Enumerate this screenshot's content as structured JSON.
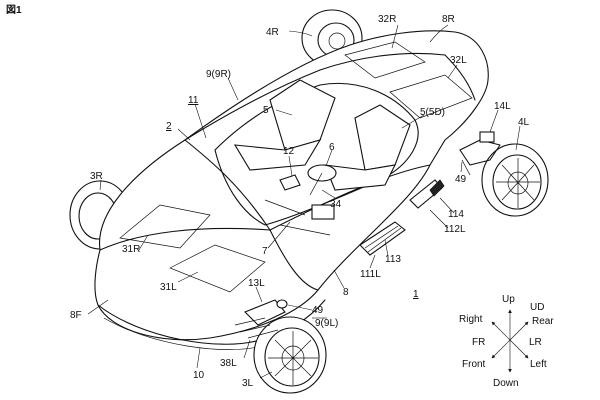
{
  "figure": {
    "title": "図1"
  },
  "labels": {
    "l_4R": "4R",
    "l_32R": "32R",
    "l_8R": "8R",
    "l_9_9R": "9(9R)",
    "l_32L": "32L",
    "l_11": "11",
    "l_5": "5",
    "l_5_5D": "5(5D)",
    "l_14L": "14L",
    "l_4L": "4L",
    "l_2": "2",
    "l_12": "12",
    "l_6": "6",
    "l_3R": "3R",
    "l_49_top": "49",
    "l_34": "34",
    "l_114": "114",
    "l_112L": "112L",
    "l_31R": "31R",
    "l_7": "7",
    "l_113": "113",
    "l_111L": "111L",
    "l_31L": "31L",
    "l_13L": "13L",
    "l_8": "8",
    "l_1": "1",
    "l_8F": "8F",
    "l_49_bottom": "49",
    "l_9_9L": "9(9L)",
    "l_38L": "38L",
    "l_10": "10",
    "l_3L": "3L"
  },
  "compass": {
    "up": "Up",
    "ud": "UD",
    "right": "Right",
    "rear": "Rear",
    "fr": "FR",
    "lr": "LR",
    "front": "Front",
    "left": "Left",
    "down": "Down"
  },
  "colors": {
    "ink": "#111111",
    "paper": "#ffffff"
  }
}
